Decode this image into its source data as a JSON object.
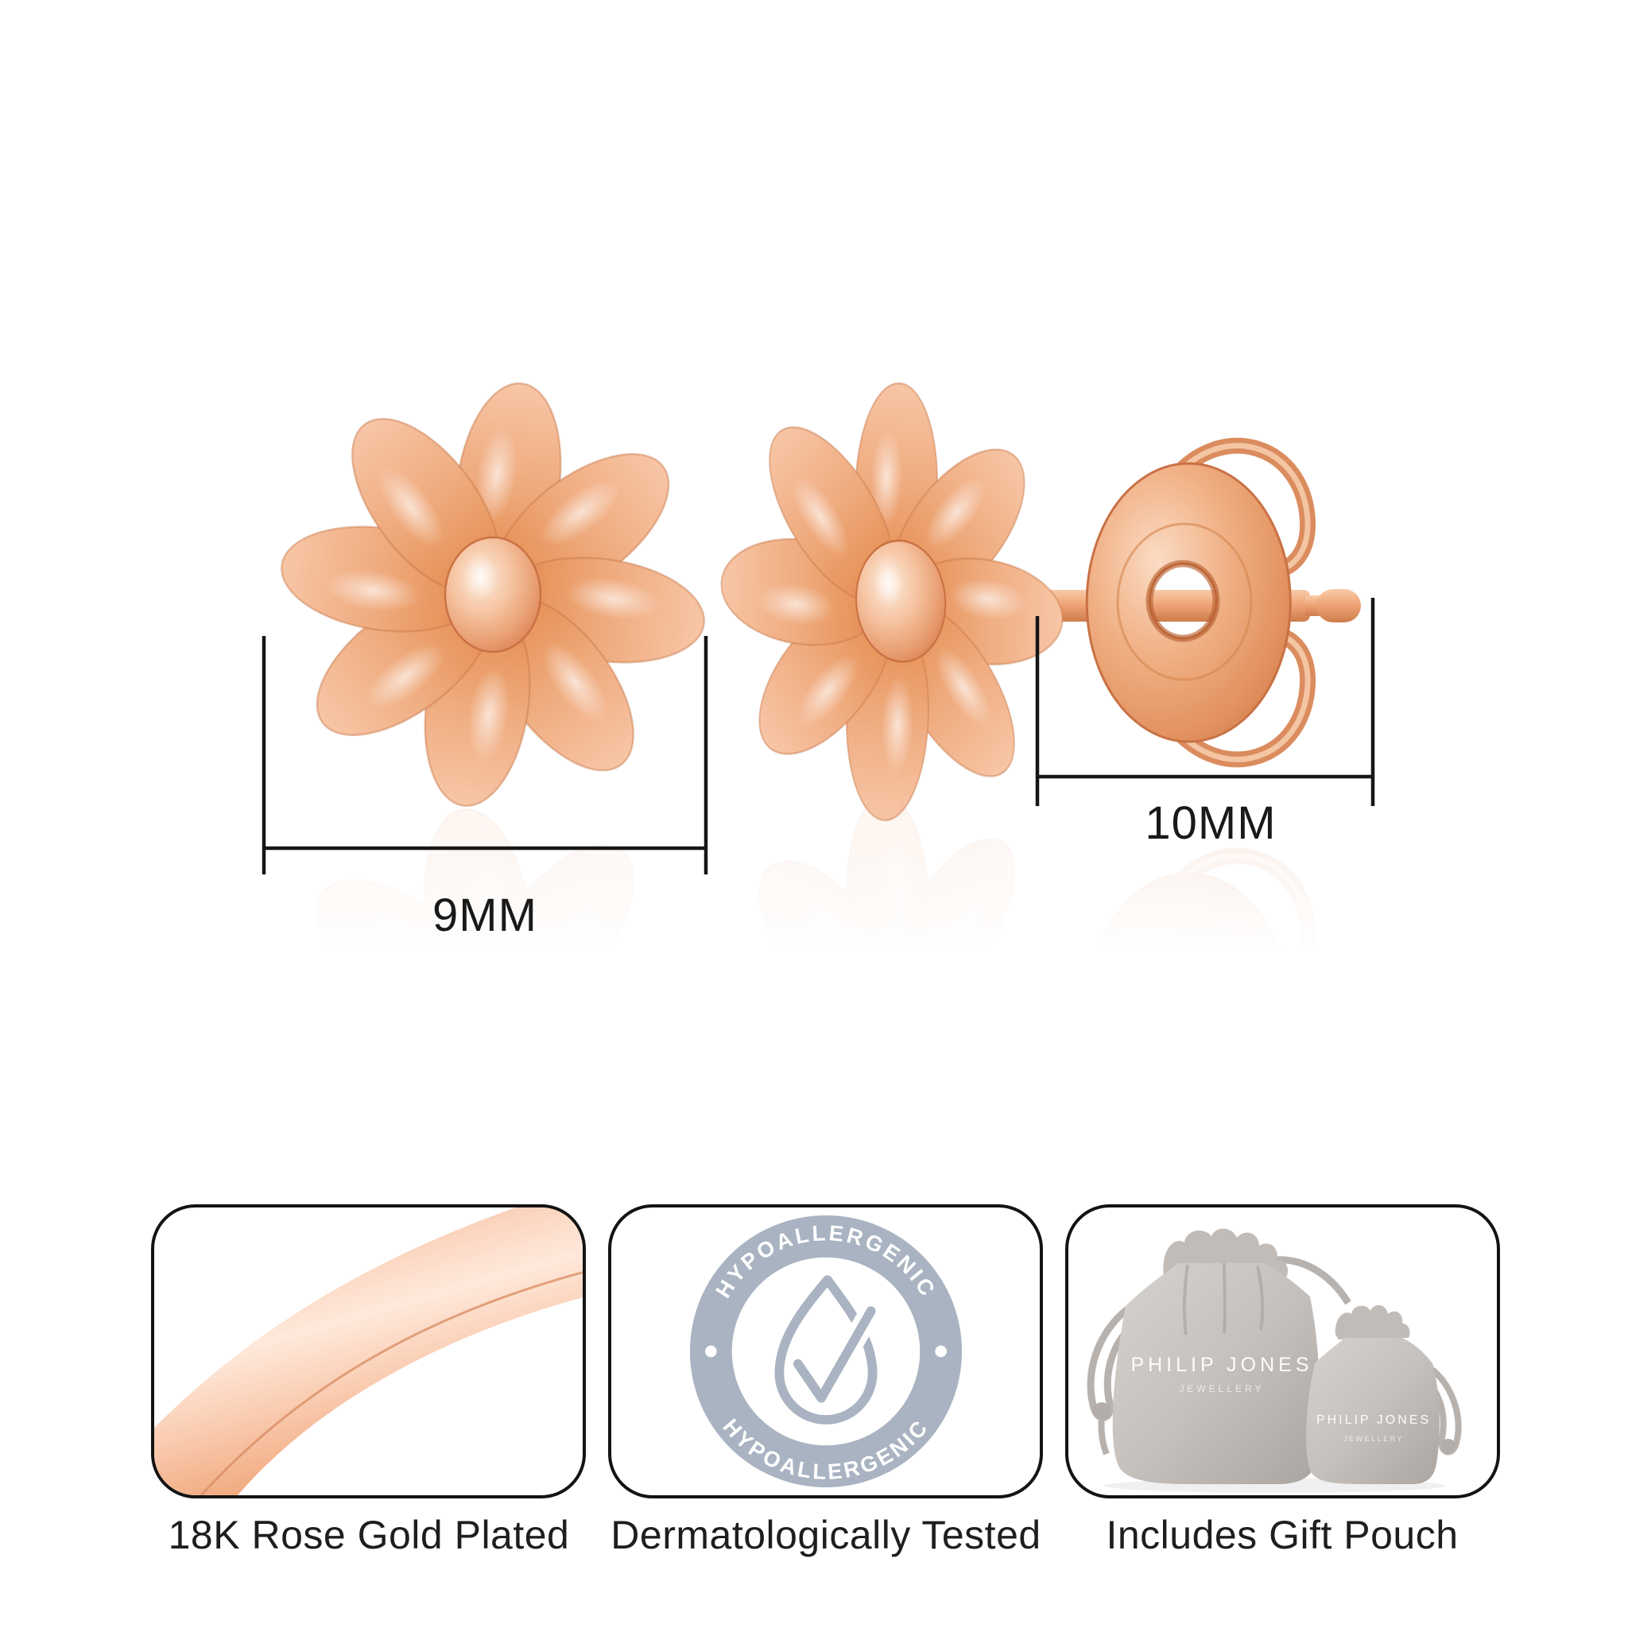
{
  "measurements": {
    "flower_width": "9MM",
    "post_length": "10MM"
  },
  "badge": {
    "top_text": "HYPOALLERGENIC",
    "bottom_text": "HYPOALLERGENIC"
  },
  "gift_pouch": {
    "brand": "PHILIP JONES",
    "brand_sub": "JEWELLERY"
  },
  "captions": {
    "card1": "18K Rose Gold Plated",
    "card2": "Dermatologically Tested",
    "card3": "Includes Gift Pouch"
  },
  "colors": {
    "rose_gold_light": "#fbdcc8",
    "rose_gold_mid": "#f0ad82",
    "rose_gold_deep": "#d9835a",
    "badge_gray_blue": "#a9b3c1",
    "pouch_gray": "#c6c1bd",
    "line_black": "#161616",
    "text_dark": "#1e1e1e"
  }
}
